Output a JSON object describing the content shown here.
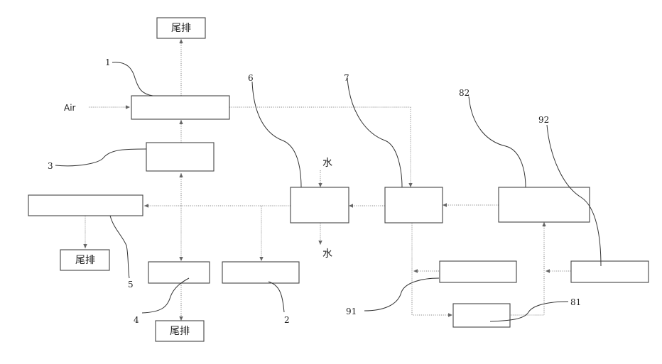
{
  "exhaust_label": "尾排",
  "air_label": "Air",
  "water_label": "水",
  "reference_numerals": {
    "n1": "1",
    "n2": "2",
    "n3": "3",
    "n4": "4",
    "n5": "5",
    "n6": "6",
    "n7": "7",
    "n81": "81",
    "n82": "82",
    "n91": "91",
    "n92": "92"
  }
}
